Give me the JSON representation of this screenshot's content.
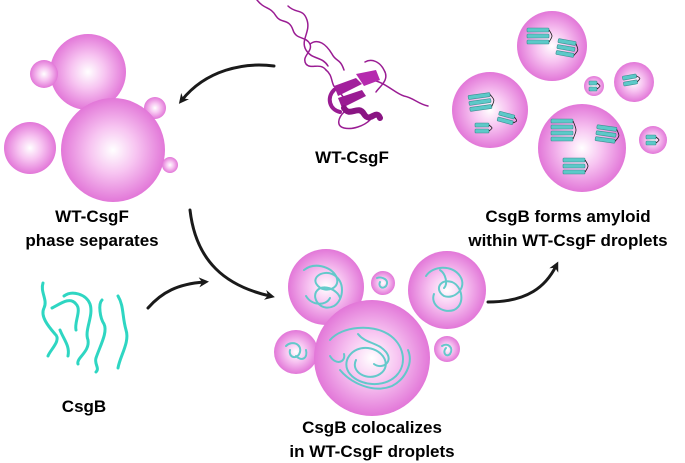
{
  "labels": {
    "wt_csgf": "WT-CsgF",
    "phase_line1": "WT-CsgF",
    "phase_line2": "phase separates",
    "csgb": "CsgB",
    "coloc_line1": "CsgB colocalizes",
    "coloc_line2": "in WT-CsgF droplets",
    "amyloid_line1": "CsgB forms amyloid",
    "amyloid_line2": "within WT-CsgF droplets"
  },
  "colors": {
    "droplet_center": "#ffffff",
    "droplet_mid": "#f4a6ec",
    "droplet_edge": "#e070d6",
    "protein": "#9a1c93",
    "csgb_strand": "#2ed6c2",
    "fibril": "#5cc9c9",
    "arrow": "#1a1a1a"
  }
}
